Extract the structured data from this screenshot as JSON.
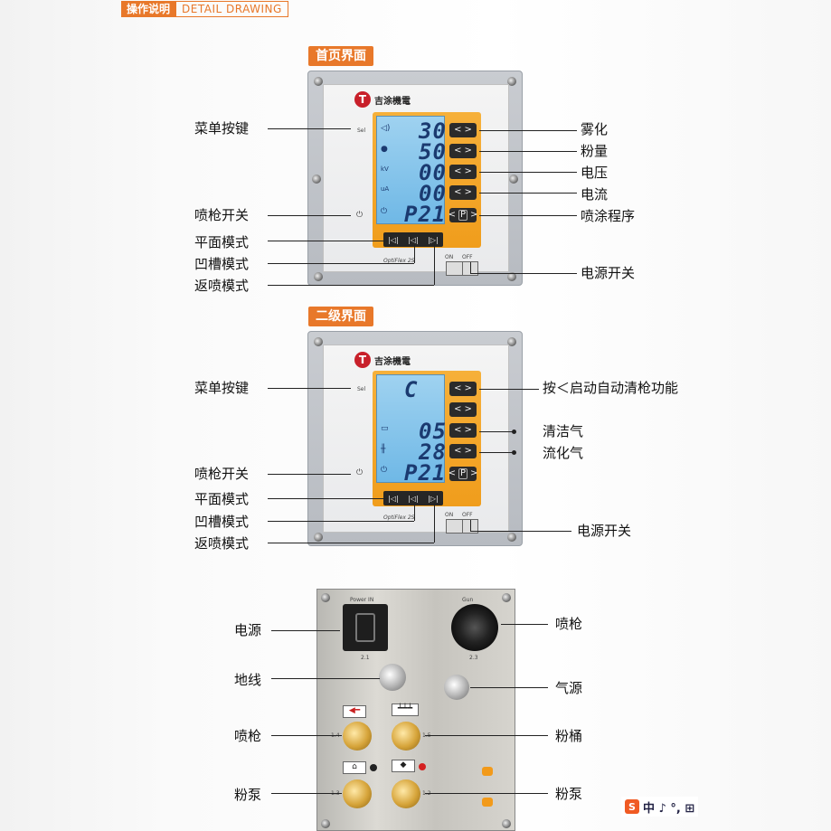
{
  "header": {
    "cn": "操作说明",
    "en": "DETAIL DRAWING"
  },
  "sections": [
    {
      "tag": "首页界面",
      "logo": "吉涂機電",
      "model": "OptiFlex 2S",
      "sel": "Sel",
      "readings": [
        "30",
        "50",
        "00",
        "00",
        "P21"
      ],
      "units": [
        "kV",
        "uA"
      ],
      "switch": {
        "on": "ON",
        "off": "OFF"
      },
      "left_labels": [
        "菜单按键",
        "喷枪开关",
        "平面模式",
        "凹槽模式",
        "返喷模式"
      ],
      "right_labels": [
        "雾化",
        "粉量",
        "电压",
        "电流",
        "喷涂程序",
        "电源开关"
      ]
    },
    {
      "tag": "二级界面",
      "logo": "吉涂機電",
      "model": "OptiFlex 2S",
      "sel": "Sel",
      "readings": [
        "C",
        "05",
        "28",
        "P21"
      ],
      "switch": {
        "on": "ON",
        "off": "OFF"
      },
      "left_labels": [
        "菜单按键",
        "喷枪开关",
        "平面模式",
        "凹槽模式",
        "返喷模式"
      ],
      "right_labels": [
        "按＜启动自动清枪功能",
        "清洁气",
        "流化气",
        "电源开关"
      ]
    }
  ],
  "back_panel": {
    "power_in": "Power IN",
    "gun": "Gun",
    "port_nums": [
      "2.1",
      "2.3",
      "1.4",
      "1.5",
      "1.3",
      "1.2"
    ],
    "left_labels": [
      "电源",
      "地线",
      "喷枪",
      "粉泵"
    ],
    "right_labels": [
      "喷枪",
      "气源",
      "粉桶",
      "粉泵"
    ]
  },
  "ime": {
    "text": "中 ♪ °, ⊞"
  },
  "colors": {
    "accent": "#e8782a",
    "lcd": "#8fc8ee",
    "orange_panel": "#f4a62a"
  }
}
